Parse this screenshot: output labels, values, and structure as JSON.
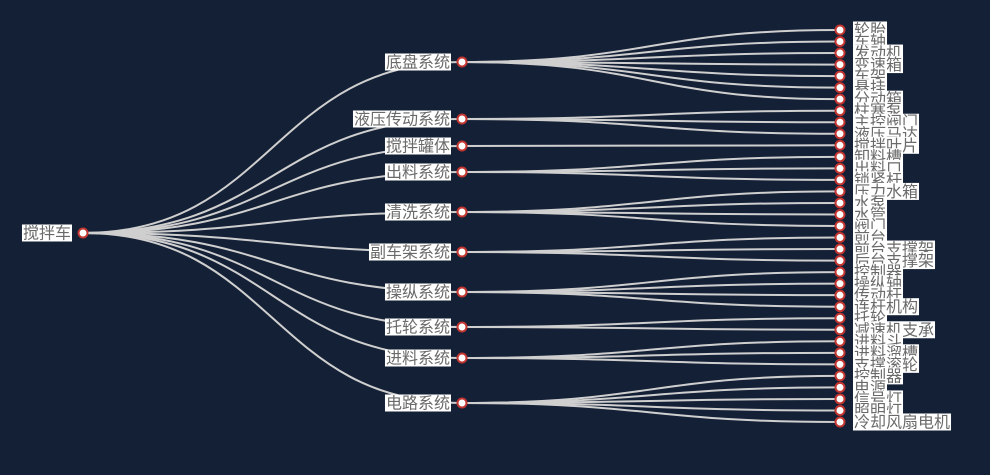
{
  "colors": {
    "background": "#142036",
    "link": "#cfcfcf",
    "node_border": "#c23531",
    "node_fill": "#ffffff",
    "label_bg": "#ffffff",
    "label_text": "#6a6a6a"
  },
  "tree": {
    "name": "搅拌车",
    "children": [
      {
        "name": "底盘系统",
        "children": [
          "轮胎",
          "车轴",
          "发动机",
          "变速箱",
          "车架",
          "悬挂",
          "分动箱"
        ]
      },
      {
        "name": "液压传动系统",
        "children": [
          "柱塞泵",
          "主控阀门",
          "液压马达"
        ]
      },
      {
        "name": "搅拌罐体",
        "children": [
          "搅拌叶片"
        ]
      },
      {
        "name": "出料系统",
        "children": [
          "卸料槽",
          "出料口",
          "锁紧杆"
        ]
      },
      {
        "name": "清洗系统",
        "children": [
          "压力水箱",
          "水泵",
          "水管",
          "阀门"
        ]
      },
      {
        "name": "副车架系统",
        "children": [
          "前台",
          "前台支撑架",
          "后台支撑架"
        ]
      },
      {
        "name": "操纵系统",
        "children": [
          "控制器",
          "操纵轴",
          "传动杆",
          "连杆机构"
        ]
      },
      {
        "name": "托轮系统",
        "children": [
          "托轮",
          "减速机支承"
        ]
      },
      {
        "name": "进料系统",
        "children": [
          "进料斗",
          "进料溜槽",
          "支撑滚轮"
        ]
      },
      {
        "name": "电路系统",
        "children": [
          "控制器",
          "电源",
          "信号灯",
          "照明灯",
          "冷却风扇电机"
        ]
      }
    ]
  }
}
